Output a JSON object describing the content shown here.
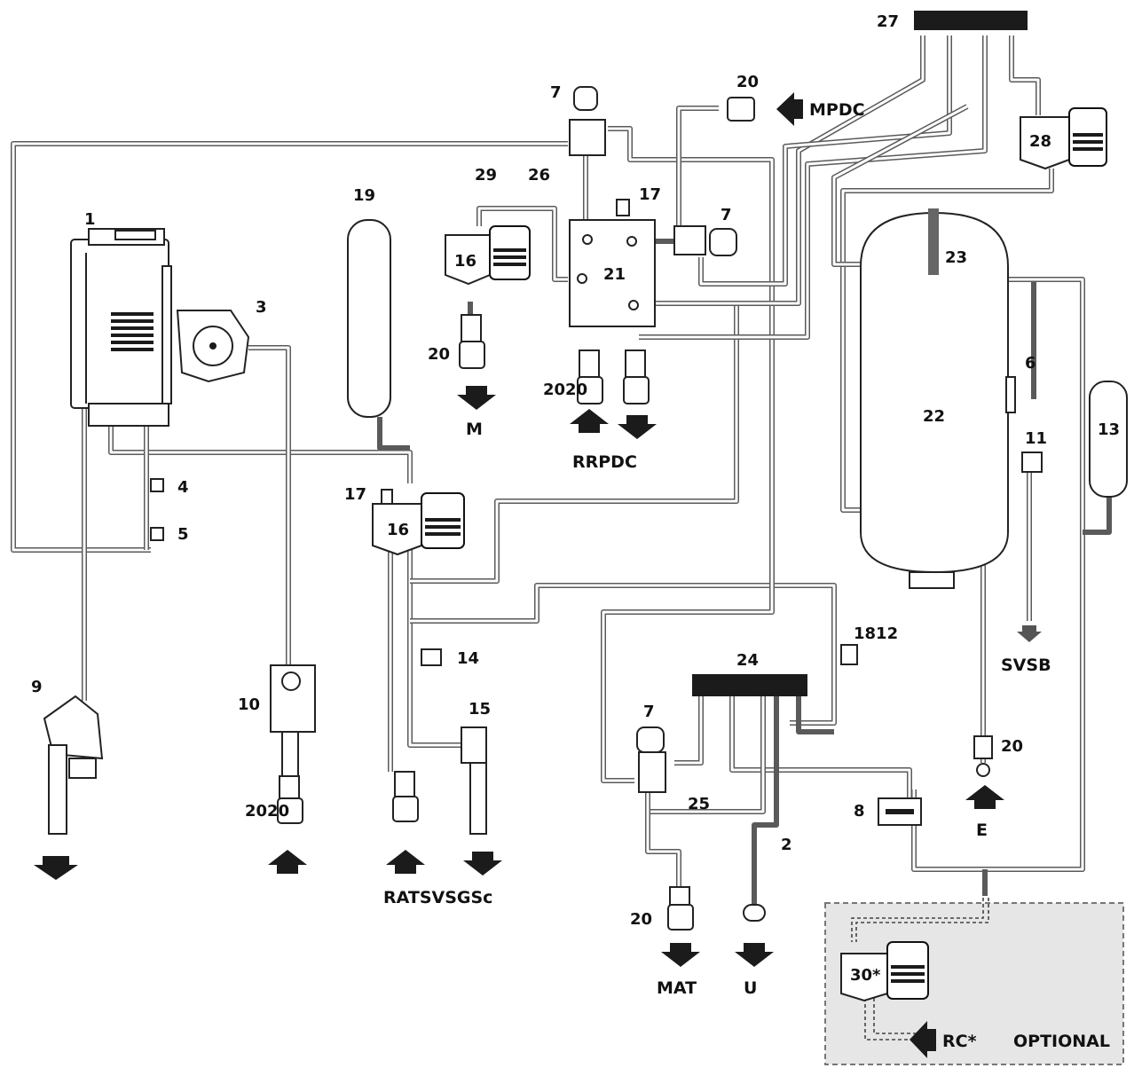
{
  "labels": {
    "n1": "1",
    "n2": "2",
    "n3": "3",
    "n4": "4",
    "n5": "5",
    "n6": "6",
    "n7a": "7",
    "n7b": "7",
    "n7c": "7",
    "n8": "8",
    "n9": "9",
    "n10": "10",
    "n11": "11",
    "n13": "13",
    "n14": "14",
    "n15": "15",
    "n16a": "16",
    "n16b": "16",
    "n17a": "17",
    "n17b": "17",
    "n1812": "1812",
    "n19": "19",
    "n20a": "20",
    "n20b": "20",
    "n20c": "20",
    "n20d": "20",
    "n2020a": "2020",
    "n2020b": "2020",
    "n21": "21",
    "n22": "22",
    "n23": "23",
    "n24": "24",
    "n25": "25",
    "n26": "26",
    "n27": "27",
    "n28": "28",
    "n29": "29",
    "n30": "30*"
  },
  "flows": {
    "mpdc": "MPDC",
    "m": "M",
    "rrpdc": "RRPDC",
    "svsb": "SVSB",
    "ratsvsgsc": "RATSVSGSc",
    "mat": "MAT",
    "u": "U",
    "e": "E",
    "rc": "RC*"
  },
  "optional_box": {
    "label": "OPTIONAL",
    "background": "#e6e6e6"
  },
  "colors": {
    "pipe": "#5a5a5a",
    "ink": "#111111",
    "optional_fill": "#e6e6e6"
  }
}
